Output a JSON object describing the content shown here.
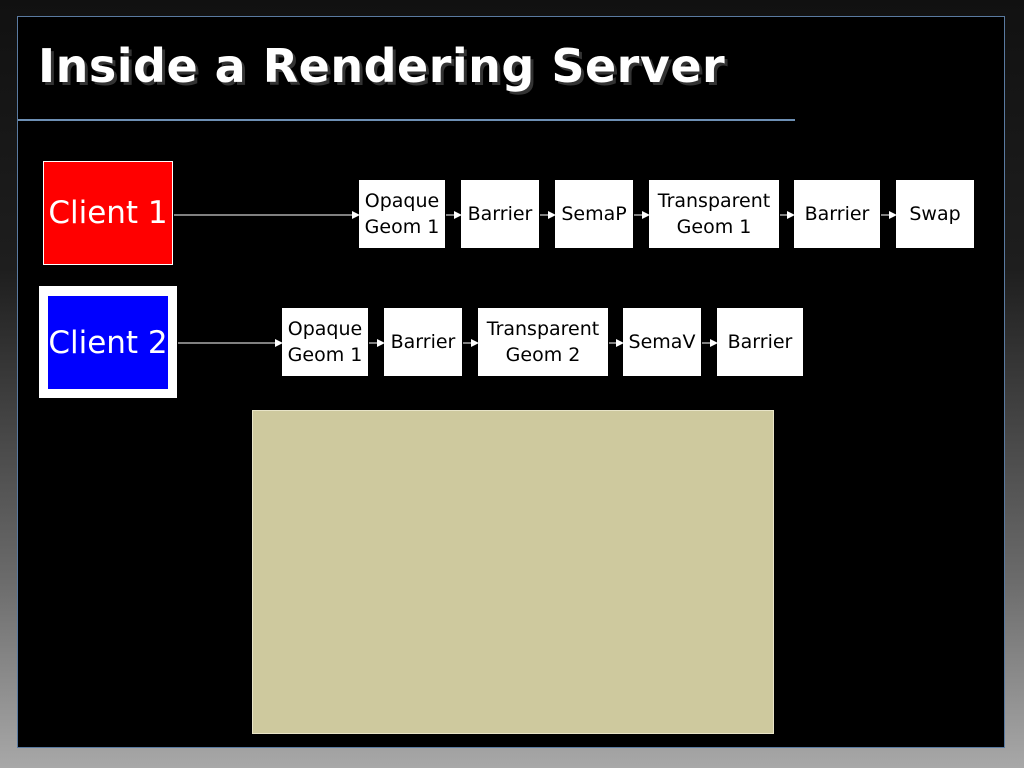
{
  "title": "Inside a Rendering Server",
  "colors": {
    "client1": "#ff0000",
    "client2": "#0000ff",
    "note_box": "#cec99e",
    "rule": "#6d8fb4"
  },
  "client1": {
    "label": "Client 1",
    "pipeline": [
      "Opaque\nGeom 1",
      "Barrier",
      "SemaP",
      "Transparent\nGeom 1",
      "Barrier",
      "Swap"
    ]
  },
  "client2": {
    "label": "Client 2",
    "pipeline": [
      "Opaque\nGeom 1",
      "Barrier",
      "Transparent\nGeom 2",
      "SemaV",
      "Barrier"
    ]
  }
}
